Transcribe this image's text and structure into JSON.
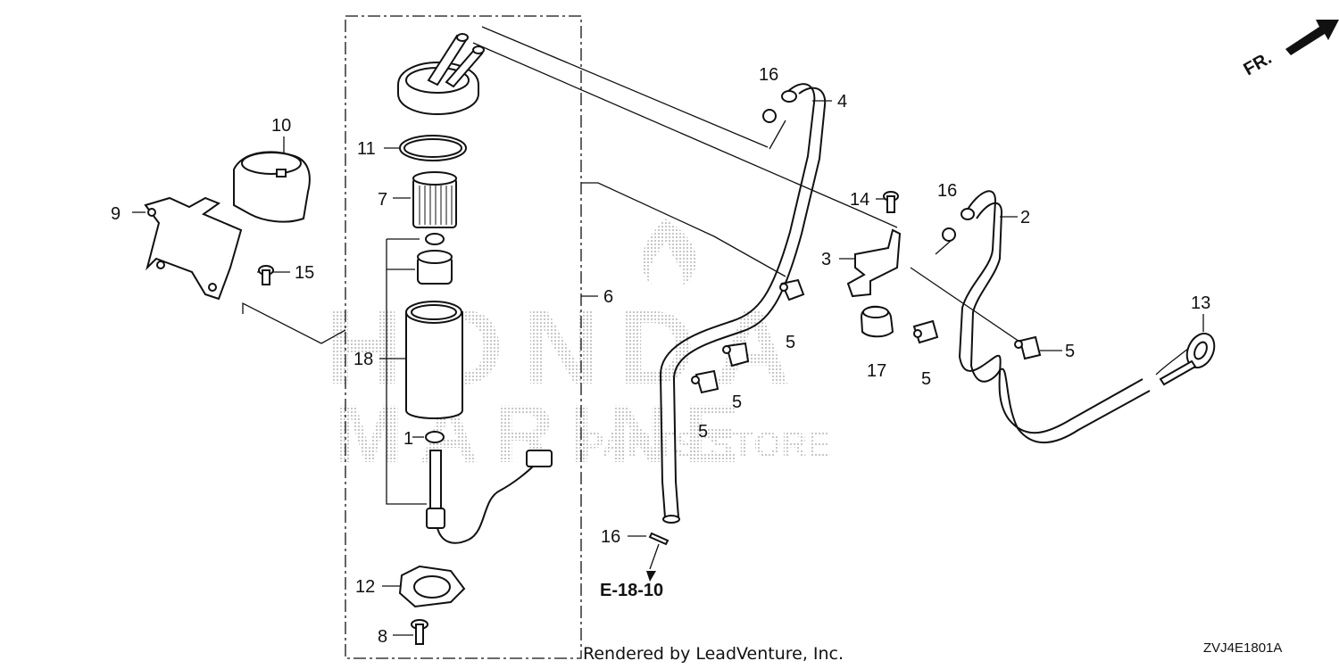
{
  "callouts": {
    "p1": "1",
    "p2": "2",
    "p3": "3",
    "p4": "4",
    "p5a": "5",
    "p5b": "5",
    "p5c": "5",
    "p5d": "5",
    "p5e": "5",
    "p6": "6",
    "p7": "7",
    "p8": "8",
    "p9": "9",
    "p10": "10",
    "p11": "11",
    "p12": "12",
    "p13": "13",
    "p14": "14",
    "p15": "15",
    "p16a": "16",
    "p16b": "16",
    "p16c": "16",
    "p17": "17",
    "p18": "18"
  },
  "reference": "E-18-10",
  "direction": "FR.",
  "footer": {
    "rendered_by": "Rendered by LeadVenture, Inc.",
    "diagram_code": "ZVJ4E1801A"
  },
  "watermark": {
    "line1": "HONDA",
    "line2": "MARINE",
    "line3": "PARTS STORE"
  },
  "colors": {
    "ink": "#111111",
    "watermark": "#bdbdbd"
  }
}
